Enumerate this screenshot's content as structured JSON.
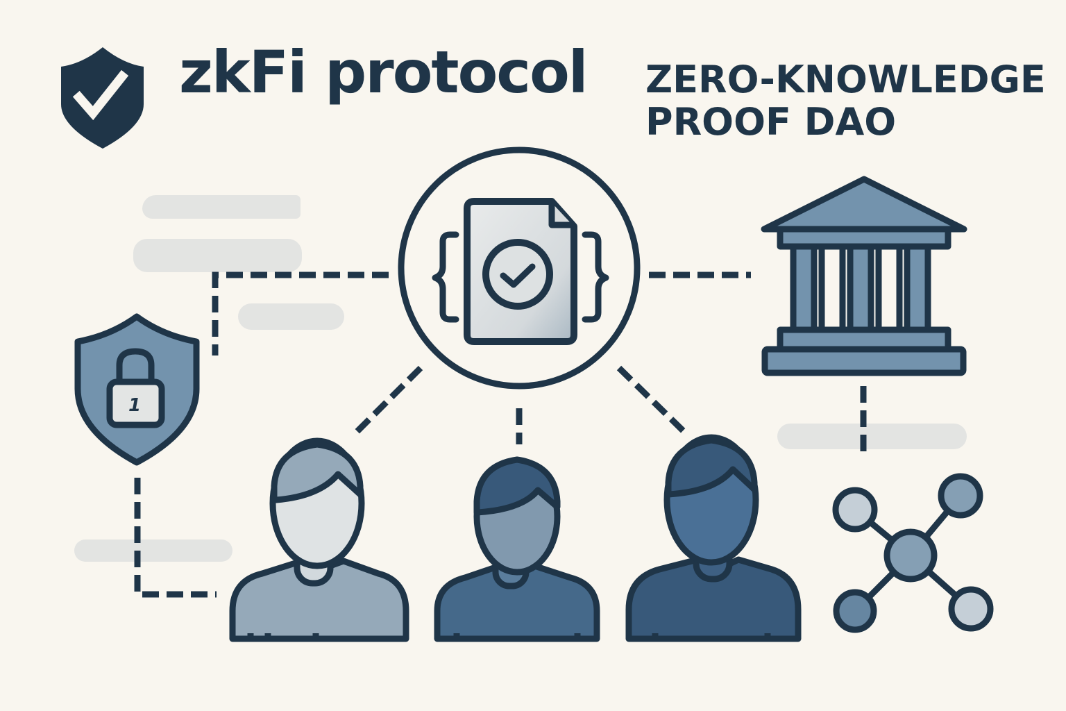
{
  "header": {
    "brand_name": "zkFi protocol",
    "tagline_line1": "ZERO-KNOWLEDGE",
    "tagline_line2": "PROOF DAO"
  },
  "icons": {
    "brand": "shield-check-icon",
    "center": "verified-document-code-icon",
    "left": "shield-lock-icon",
    "right_top": "government-building-icon",
    "right_bottom": "network-nodes-icon",
    "people": [
      "user-icon",
      "user-icon",
      "user-icon"
    ]
  },
  "lock_label": "1",
  "colors": {
    "background": "#f9f6ef",
    "ink": "#1f3548",
    "accent_mid": "#7393ad",
    "placeholder": "#e3e4e2",
    "person1": "#95a9b9",
    "person2": "#45698a",
    "person3": "#38597a"
  }
}
